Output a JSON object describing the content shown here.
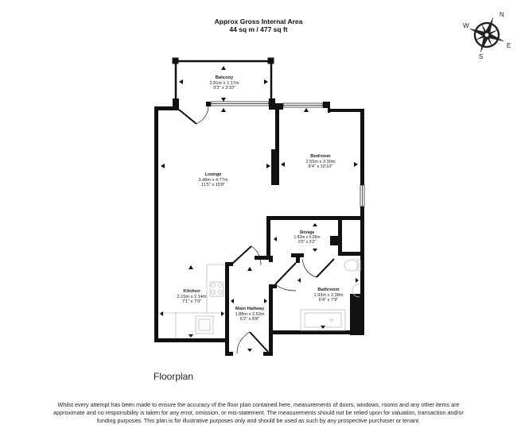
{
  "header": {
    "title": "Approx Gross Internal Area",
    "area": "44 sq m / 477 sq ft"
  },
  "compass": {
    "icon": "compass-rose-icon",
    "n": "N",
    "e": "E",
    "s": "S",
    "w": "W"
  },
  "rooms": [
    {
      "name": "Balcony",
      "metric": "2.81m x 1.17m",
      "imperial": "9'3\" x 3'10\""
    },
    {
      "name": "Lounge",
      "metric": "3.48m x 4.77m",
      "imperial": "11'5\" x 15'8\""
    },
    {
      "name": "Bedroom",
      "metric": "2.55m x 3.30m",
      "imperial": "8'4\" x 10'10\""
    },
    {
      "name": "Storage",
      "metric": "1.82m x 0.96m",
      "imperial": "6'0\" x 3'2\""
    },
    {
      "name": "Kitchen",
      "metric": "2.15m x 2.14m",
      "imperial": "7'1\" x 7'0\""
    },
    {
      "name": "Bathroom",
      "metric": "1.93m x 2.38m",
      "imperial": "6'4\" x 7'9\""
    },
    {
      "name": "Main Hallway",
      "metric": "1.88m x 2.63m",
      "imperial": "6'2\" x 8'8\""
    }
  ],
  "caption": "Floorplan",
  "disclaimer": "Whilst every attempt has been made to ensure the accuracy of the floor plan contained here, measurements of doors, windows, rooms and any other items are approximate and no responsibility is taken for any error, omission, or mis-statement. The measurements should not be relied upon for valuation, transaction and/or funding purposes. This plan is for illustrative purposes only and should be used as such by any prospective purchaser or tenant.",
  "colors": {
    "wall": "#111111",
    "fixture": "#bdbdbd",
    "background": "#ffffff"
  }
}
